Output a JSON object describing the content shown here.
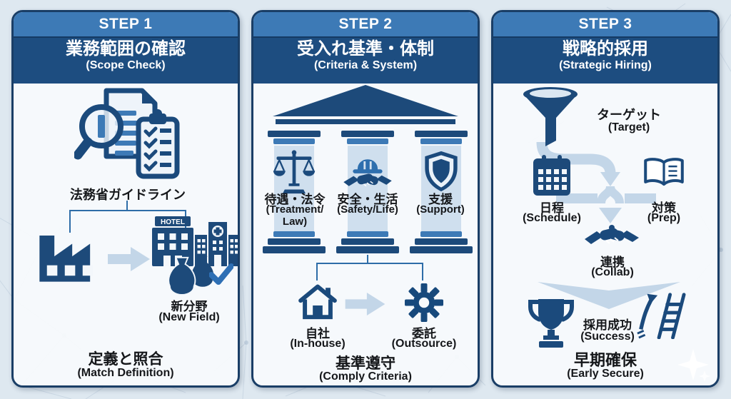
{
  "colors": {
    "navy": "#1b4a7c",
    "header_step_band": "#3d7ab6",
    "header_title_band": "#1d4d80",
    "panel_border": "#1a3e66",
    "pillar_light": "#cfdfee",
    "arrow_light": "#c3d6e8",
    "card_bg": "#f7fafc",
    "page_bg": "#dee8f0",
    "check_blue": "#2e6fb4",
    "connector_blue": "#2e6da8",
    "text": "#15171a",
    "white": "#ffffff"
  },
  "steps": [
    {
      "step": "STEP 1",
      "title_jp": "業務範囲の確認",
      "title_en": "(Scope Check)",
      "guideline": "法務省ガイドライン",
      "hotel_sign": "HOTEL",
      "new_field_jp": "新分野",
      "new_field_en": "(New Field)",
      "footer_jp": "定義と照合",
      "footer_en": "(Match Definition)"
    },
    {
      "step": "STEP 2",
      "title_jp": "受入れ基準・体制",
      "title_en": "(Criteria & System)",
      "pillars": [
        {
          "jp": "待遇・法令",
          "en": "(Treatment/",
          "en2": "Law)"
        },
        {
          "jp": "安全・生活",
          "en": "(Safety/Life)"
        },
        {
          "jp": "支援",
          "en": "(Support)"
        }
      ],
      "inhouse_jp": "自社",
      "inhouse_en": "(In-house)",
      "outsource_jp": "委託",
      "outsource_en": "(Outsource)",
      "footer_jp": "基準遵守",
      "footer_en": "(Comply Criteria)"
    },
    {
      "step": "STEP 3",
      "title_jp": "戦略的採用",
      "title_en": "(Strategic Hiring)",
      "target_jp": "ターゲット",
      "target_en": "(Target)",
      "schedule_jp": "日程",
      "schedule_en": "(Schedule)",
      "prep_jp": "対策",
      "prep_en": "(Prep)",
      "collab_jp": "連携",
      "collab_en": "(Collab)",
      "success_jp": "採用成功",
      "success_en": "(Success)",
      "footer_jp": "早期確保",
      "footer_en": "(Early Secure)"
    }
  ]
}
